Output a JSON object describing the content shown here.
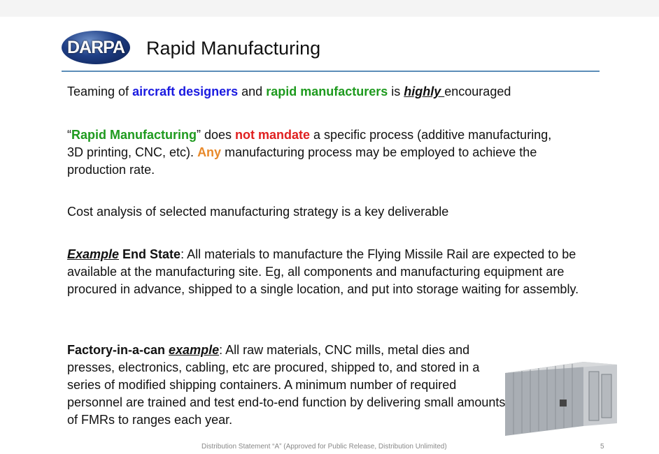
{
  "logo": {
    "text": "DARPA"
  },
  "title": "Rapid Manufacturing",
  "p1": {
    "a": "Teaming of ",
    "b": "aircraft designers",
    "c": " and ",
    "d": "rapid manufacturers",
    "e": " is ",
    "f": "highly ",
    "g": "encouraged"
  },
  "p2": {
    "a": "“",
    "b": "Rapid Manufacturing",
    "c": "” does ",
    "d": "not mandate",
    "e": " a specific process (additive manufacturing, 3D printing, CNC, etc). ",
    "f": "Any",
    "g": " manufacturing process may be employed to achieve the production rate."
  },
  "p3": "Cost analysis of selected manufacturing strategy is a key deliverable",
  "p4": {
    "a": "Example",
    "b": " End State",
    "c": ": All materials to manufacture the Flying Missile Rail are expected to be available at the manufacturing site.  Eg, all components and manufacturing equipment are procured in advance, shipped to a single location, and put into storage waiting for assembly."
  },
  "p5": {
    "a": "Factory-in-a-can ",
    "b": "example",
    "c": ": All raw materials, CNC mills, metal dies and presses, electronics, cabling, etc are procured, shipped to, and stored in a series of modified shipping containers. A minimum number of required personnel are trained and test end-to-end function by delivering small amounts of FMRs to ranges each year."
  },
  "footer": "Distribution Statement “A” (Approved for Public Release, Distribution Unlimited)",
  "page_number": "5"
}
